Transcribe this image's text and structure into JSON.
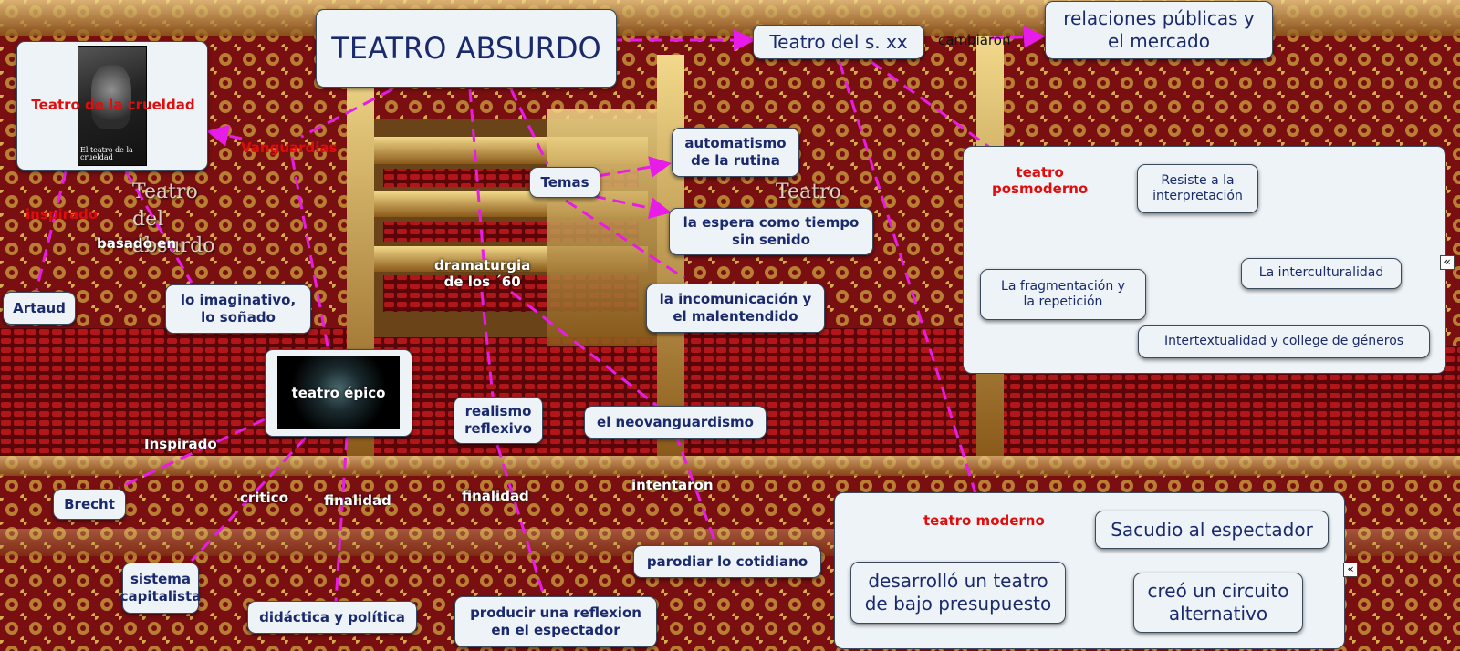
{
  "diagram": {
    "title": "TEATRO ABSURDO",
    "teatro_s_xx": "Teatro del s. xx",
    "relaciones": "relaciones públicas y\nel mercado",
    "cambiaron": "cambiaron",
    "crueldad_label": "Teatro de la crueldad",
    "crueldad_book_title": "El teatro de la crueldad",
    "vanguardias": "Vanguardias",
    "inspirado_1": "inspirado",
    "basado_en": "basado en",
    "artaud": "Artaud",
    "imaginativo": "lo imaginativo,\nlo soñado",
    "teatro_epico": "teatro épico",
    "inspirado_2": "Inspirado",
    "brecht": "Brecht",
    "critico": "critico",
    "finalidad_1": "finalidad",
    "capitalista": "sistema\ncapitalista",
    "didactica": "didáctica y política",
    "temas": "Temas",
    "automatismo": "automatismo\nde la rutina",
    "espera": "la espera como tiempo\nsin senido",
    "incomunicacion": "la incomunicación y\nel malentendido",
    "dramaturgia": "dramaturgia\nde los ´60",
    "realismo": "realismo\nreflexivo",
    "neovanguardismo": "el neovanguardismo",
    "finalidad_2": "finalidad",
    "intentaron": "intentaron",
    "reflexion": "producir una reflexion\nen el espectador",
    "parodiar": "parodiar lo cotidiano",
    "posmoderno": "teatro\nposmoderno",
    "resiste": "Resiste a la\ninterpretación",
    "interculturalidad": "La interculturalidad",
    "fragmentacion": "La fragmentación y\nla repetición",
    "intertextualidad": "Intertextualidad y college de géneros",
    "moderno": "teatro moderno",
    "sacudio": "Sacudio al espectador",
    "bajo_presupuesto": "desarrolló un teatro\nde bajo presupuesto",
    "circuito": "creó un circuito\nalternativo",
    "collapse_glyph": "«",
    "background_text_1": "Teatro\ndel\nabsurdo",
    "background_text_2": "Teatro\ndel\nabsurdo"
  },
  "colors": {
    "connector": "#e81ce8",
    "label_red": "#e00d0d",
    "node_bg": "#eef3f7",
    "node_text": "#1a2a6c"
  }
}
